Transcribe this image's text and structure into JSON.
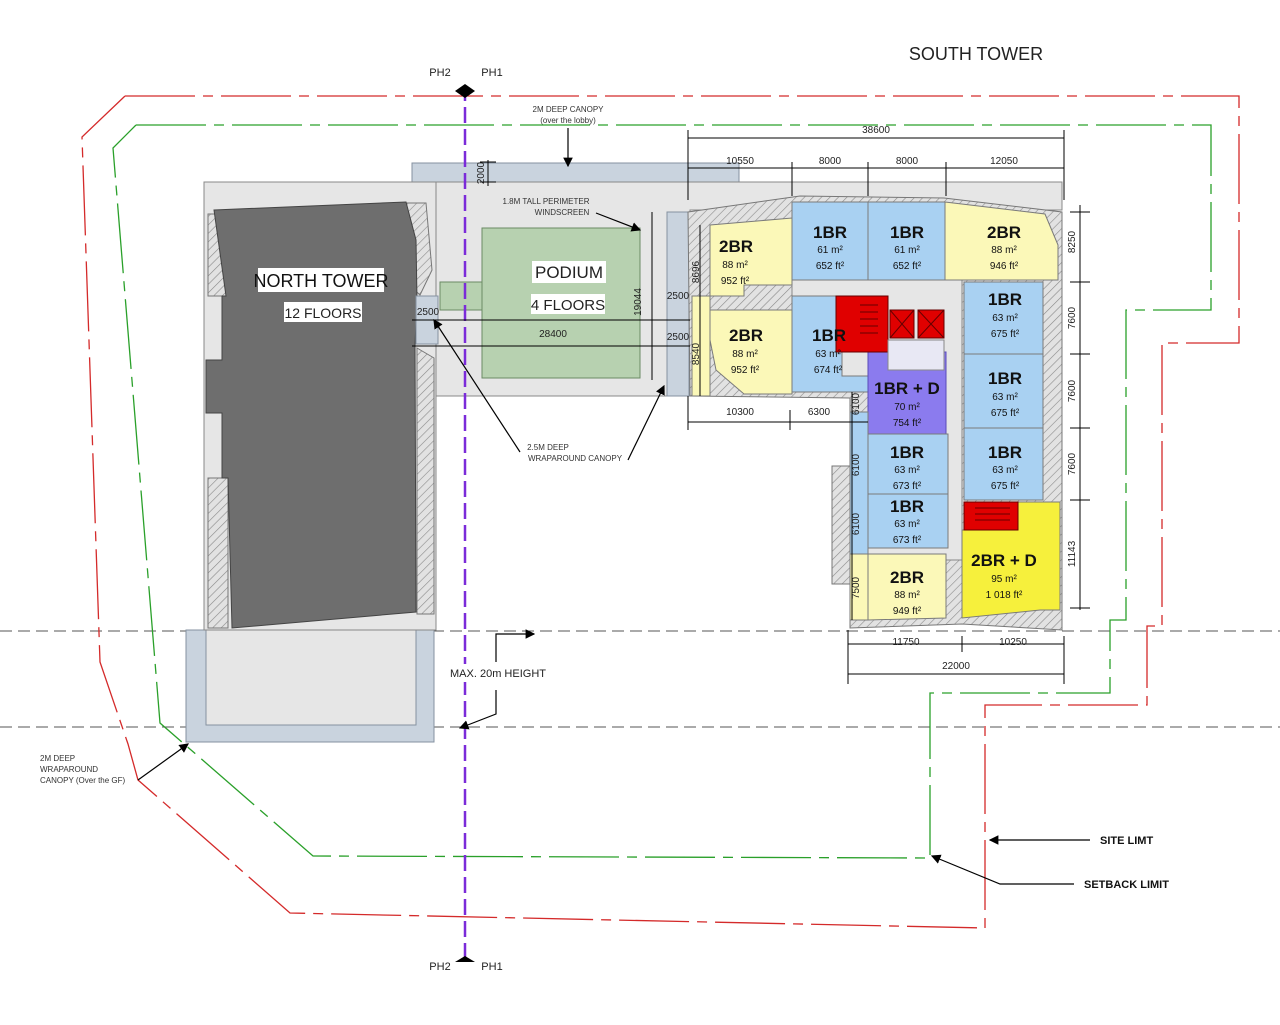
{
  "colors": {
    "site_limit": "#d42a2a",
    "setback_limit": "#2aa02a",
    "phase_line": "#7b2bd9",
    "tower_gray": "#6e6e6e",
    "podium_green": "#b7d1b0",
    "canopy_blue": "#c9d3de",
    "unit_2br": "#fbf8b8",
    "unit_1br": "#a9d1f2",
    "unit_1brd": "#8b7bee",
    "unit_2brd": "#f6f03c",
    "stair_red": "#e00000"
  },
  "title": "SOUTH TOWER",
  "phase_labels": {
    "ph2": "PH2",
    "ph1": "PH1",
    "ph2_bottom": "PH2",
    "ph1_bottom": "PH1"
  },
  "north_tower": {
    "name": "NORTH TOWER",
    "floors": "12 FLOORS"
  },
  "podium": {
    "name": "PODIUM",
    "floors": "4 FLOORS"
  },
  "notes": {
    "canopy_lobby": "2M DEEP CANOPY",
    "canopy_lobby_sub": "(over the lobby)",
    "windscreen_1": "1.8M TALL PERIMETER",
    "windscreen_2": "WINDSCREEN",
    "wrap_canopy_1": "2.5M DEEP",
    "wrap_canopy_2": "WRAPAROUND CANOPY",
    "gf_canopy_1": "2M DEEP",
    "gf_canopy_2": "WRAPAROUND",
    "gf_canopy_3": "CANOPY (Over the GF)",
    "max_height": "MAX. 20m HEIGHT",
    "site_limit": "SITE LIMT",
    "setback_limit": "SETBACK LIMIT"
  },
  "dimensions": {
    "d38600": "38600",
    "d10550": "10550",
    "d8000a": "8000",
    "d8000b": "8000",
    "d12050": "12050",
    "d8250": "8250",
    "d7600a": "7600",
    "d7600b": "7600",
    "d7600c": "7600",
    "d11143": "11143",
    "d2000": "2000",
    "d19044": "19044",
    "d28400": "28400",
    "d2500a": "2500",
    "d2500b": "2500",
    "d2500c": "2500",
    "d8696": "8696",
    "d8540": "8540",
    "d10300": "10300",
    "d6300": "6300",
    "d6100a": "6100",
    "d6100b": "6100",
    "d6100c": "6100",
    "d7500": "7500",
    "d11750": "11750",
    "d10250": "10250",
    "d22000": "22000"
  },
  "units": [
    {
      "type": "2BR",
      "area_m": "88 m²",
      "area_ft": "952 ft²"
    },
    {
      "type": "1BR",
      "area_m": "61 m²",
      "area_ft": "652 ft²"
    },
    {
      "type": "1BR",
      "area_m": "61 m²",
      "area_ft": "652 ft²"
    },
    {
      "type": "2BR",
      "area_m": "88 m²",
      "area_ft": "946 ft²"
    },
    {
      "type": "2BR",
      "area_m": "88 m²",
      "area_ft": "952 ft²"
    },
    {
      "type": "1BR",
      "area_m": "63 m²",
      "area_ft": "674 ft²"
    },
    {
      "type": "1BR",
      "area_m": "63 m²",
      "area_ft": "675 ft²"
    },
    {
      "type": "1BR + D",
      "area_m": "70 m²",
      "area_ft": "754 ft²"
    },
    {
      "type": "1BR",
      "area_m": "63 m²",
      "area_ft": "675 ft²"
    },
    {
      "type": "1BR",
      "area_m": "63 m²",
      "area_ft": "673 ft²"
    },
    {
      "type": "1BR",
      "area_m": "63 m²",
      "area_ft": "675 ft²"
    },
    {
      "type": "1BR",
      "area_m": "63 m²",
      "area_ft": "673 ft²"
    },
    {
      "type": "2BR",
      "area_m": "88 m²",
      "area_ft": "949 ft²"
    },
    {
      "type": "2BR + D",
      "area_m": "95 m²",
      "area_ft": "1 018 ft²"
    }
  ]
}
